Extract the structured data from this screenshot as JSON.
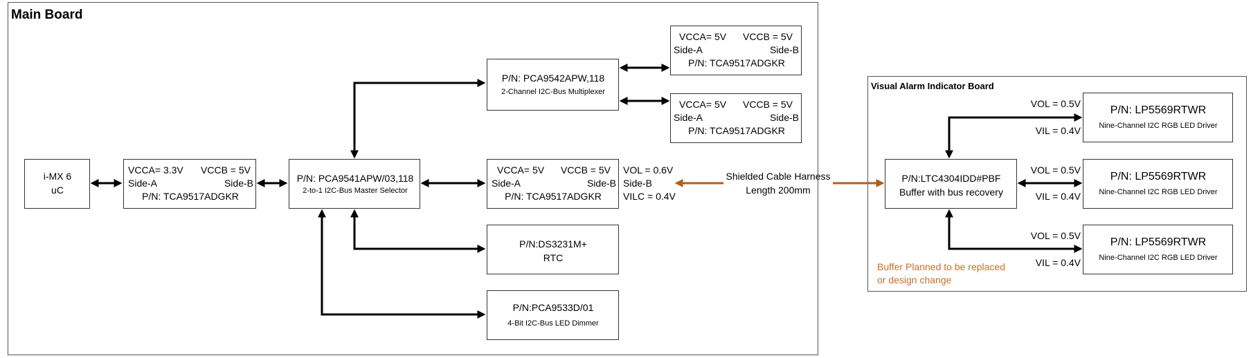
{
  "main_board": {
    "title": "Main Board"
  },
  "alarm_board": {
    "title": "Visual Alarm Indicator Board"
  },
  "imx": {
    "line1": "i-MX 6",
    "line2": "uC"
  },
  "shifter1": {
    "vcca": "VCCA= 3.3V",
    "vccb": "VCCB = 5V",
    "side_a": "Side-A",
    "side_b": "Side-B",
    "pn": "P/N: TCA9517ADGKR"
  },
  "selector": {
    "pn": "P/N: PCA9541APW/03,118",
    "desc": "2-to-1 I2C-Bus Master Selector"
  },
  "mux": {
    "pn": "P/N: PCA9542APW,118",
    "desc": "2-Channel I2C-Bus Multiplexer"
  },
  "mux_ch0": {
    "vcca": "VCCA= 5V",
    "vccb": "VCCB = 5V",
    "side_a": "Side-A",
    "side_b": "Side-B",
    "pn": "P/N: TCA9517ADGKR"
  },
  "mux_ch1": {
    "vcca": "VCCA= 5V",
    "vccb": "VCCB = 5V",
    "side_a": "Side-A",
    "side_b": "Side-B",
    "pn": "P/N: TCA9517ADGKR"
  },
  "shifter_cable": {
    "vcca": "VCCA= 5V",
    "vccb": "VCCB = 5V",
    "side_a": "Side-A",
    "side_b": "Side-B",
    "pn": "P/N: TCA9517ADGKR"
  },
  "cable_levels": {
    "vol": "VOL = 0.6V",
    "side_b": "Side-B",
    "vilc": "VILC = 0.4V"
  },
  "rtc": {
    "pn": "P/N:DS3231M+",
    "desc": "RTC"
  },
  "dimmer": {
    "pn": "P/N:PCA9533D/01",
    "desc": "4-Bit I2C-Bus LED Dimmer"
  },
  "cable": {
    "line1": "Shielded Cable Harness",
    "line2": "Length 200mm"
  },
  "buffer": {
    "pn": "P/N:LTC4304IDD#PBF",
    "desc": "Buffer with bus recovery"
  },
  "buffer_note": {
    "line1": "Buffer Planned to be replaced",
    "line2": "or design change"
  },
  "led_drivers": [
    {
      "pn": "P/N: LP5569RTWR",
      "desc": "Nine-Channel I2C RGB LED Driver",
      "vol": "VOL = 0.5V",
      "vil": "VIL = 0.4V"
    },
    {
      "pn": "P/N: LP5569RTWR",
      "desc": "Nine-Channel I2C RGB LED Driver",
      "vol": "VOL = 0.5V",
      "vil": "VIL = 0.4V"
    },
    {
      "pn": "P/N: LP5569RTWR",
      "desc": "Nine-Channel I2C RGB LED Driver",
      "vol": "VOL = 0.5V",
      "vil": "VIL = 0.4V"
    }
  ],
  "colors": {
    "bus": "#000000",
    "cable": "#b35d1e",
    "note": "#c8702a"
  }
}
